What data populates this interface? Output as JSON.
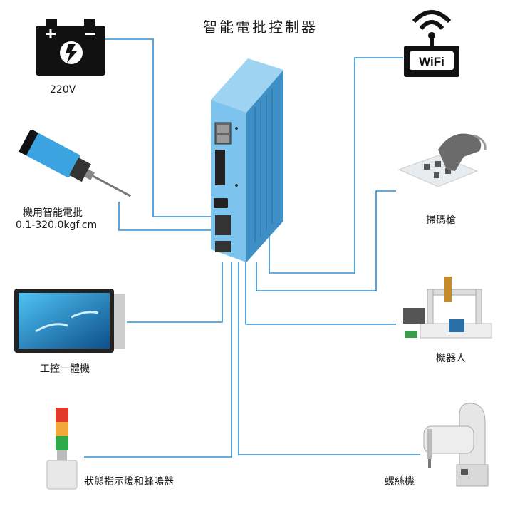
{
  "title": "智能電批控制器",
  "nodes": {
    "power": {
      "label": "220V"
    },
    "screwdriver": {
      "label": "機用智能電批",
      "spec": "0.1-320.0kgf.cm"
    },
    "panel_pc": {
      "label": "工控一體機"
    },
    "signal_light": {
      "label": "狀態指示燈和蜂鳴器"
    },
    "wifi": {
      "label": "WiFi",
      "icon": "wifi-router-icon"
    },
    "scanner": {
      "label": "掃碼槍"
    },
    "robot": {
      "label": "機器人"
    },
    "screw_machine": {
      "label": "螺絲機"
    }
  },
  "colors": {
    "wire": "#2b8fd6",
    "controller": "#7cc3ee",
    "controller_dark": "#3f8fc7"
  }
}
